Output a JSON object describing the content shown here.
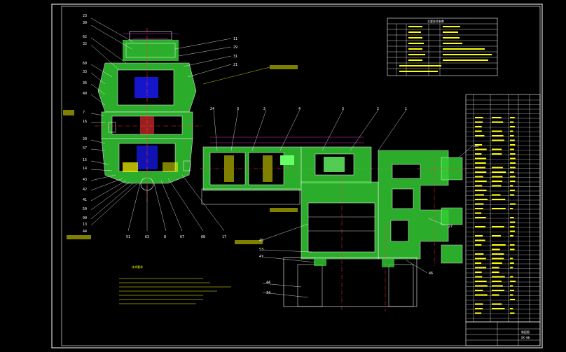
{
  "drawing": {
    "background": "#000000",
    "frame_color": "#ffffff",
    "hatch_color": "#33cc33",
    "centerline_color": "#ff3333",
    "note_color": "#ffff00",
    "dim_color": "#ff33ff",
    "accent_blue": "#3366ff"
  },
  "left_callouts_top": [
    "23",
    "30",
    "62",
    "32",
    "60",
    "33",
    "36",
    "40",
    "7",
    "16"
  ],
  "left_callouts_bottom": [
    "20",
    "57",
    "15",
    "14",
    "43",
    "42",
    "41",
    "50",
    "90",
    "13",
    "44"
  ],
  "right_callouts_top": [
    "11",
    "29",
    "31",
    "21"
  ],
  "bottom_callouts": [
    "51",
    "63",
    "8",
    "67",
    "68",
    "17"
  ],
  "top_callouts": [
    "24",
    "3",
    "2",
    "4",
    "3",
    "2",
    "1"
  ],
  "right_part_callouts": [
    "26",
    "27",
    "46",
    "45",
    "53",
    "47",
    "44",
    "34"
  ],
  "legend_table_title": "主要技术参数",
  "notes_title": "技术要求",
  "title_block_name": "装配图",
  "title_block_drawing_no": "XX-00"
}
